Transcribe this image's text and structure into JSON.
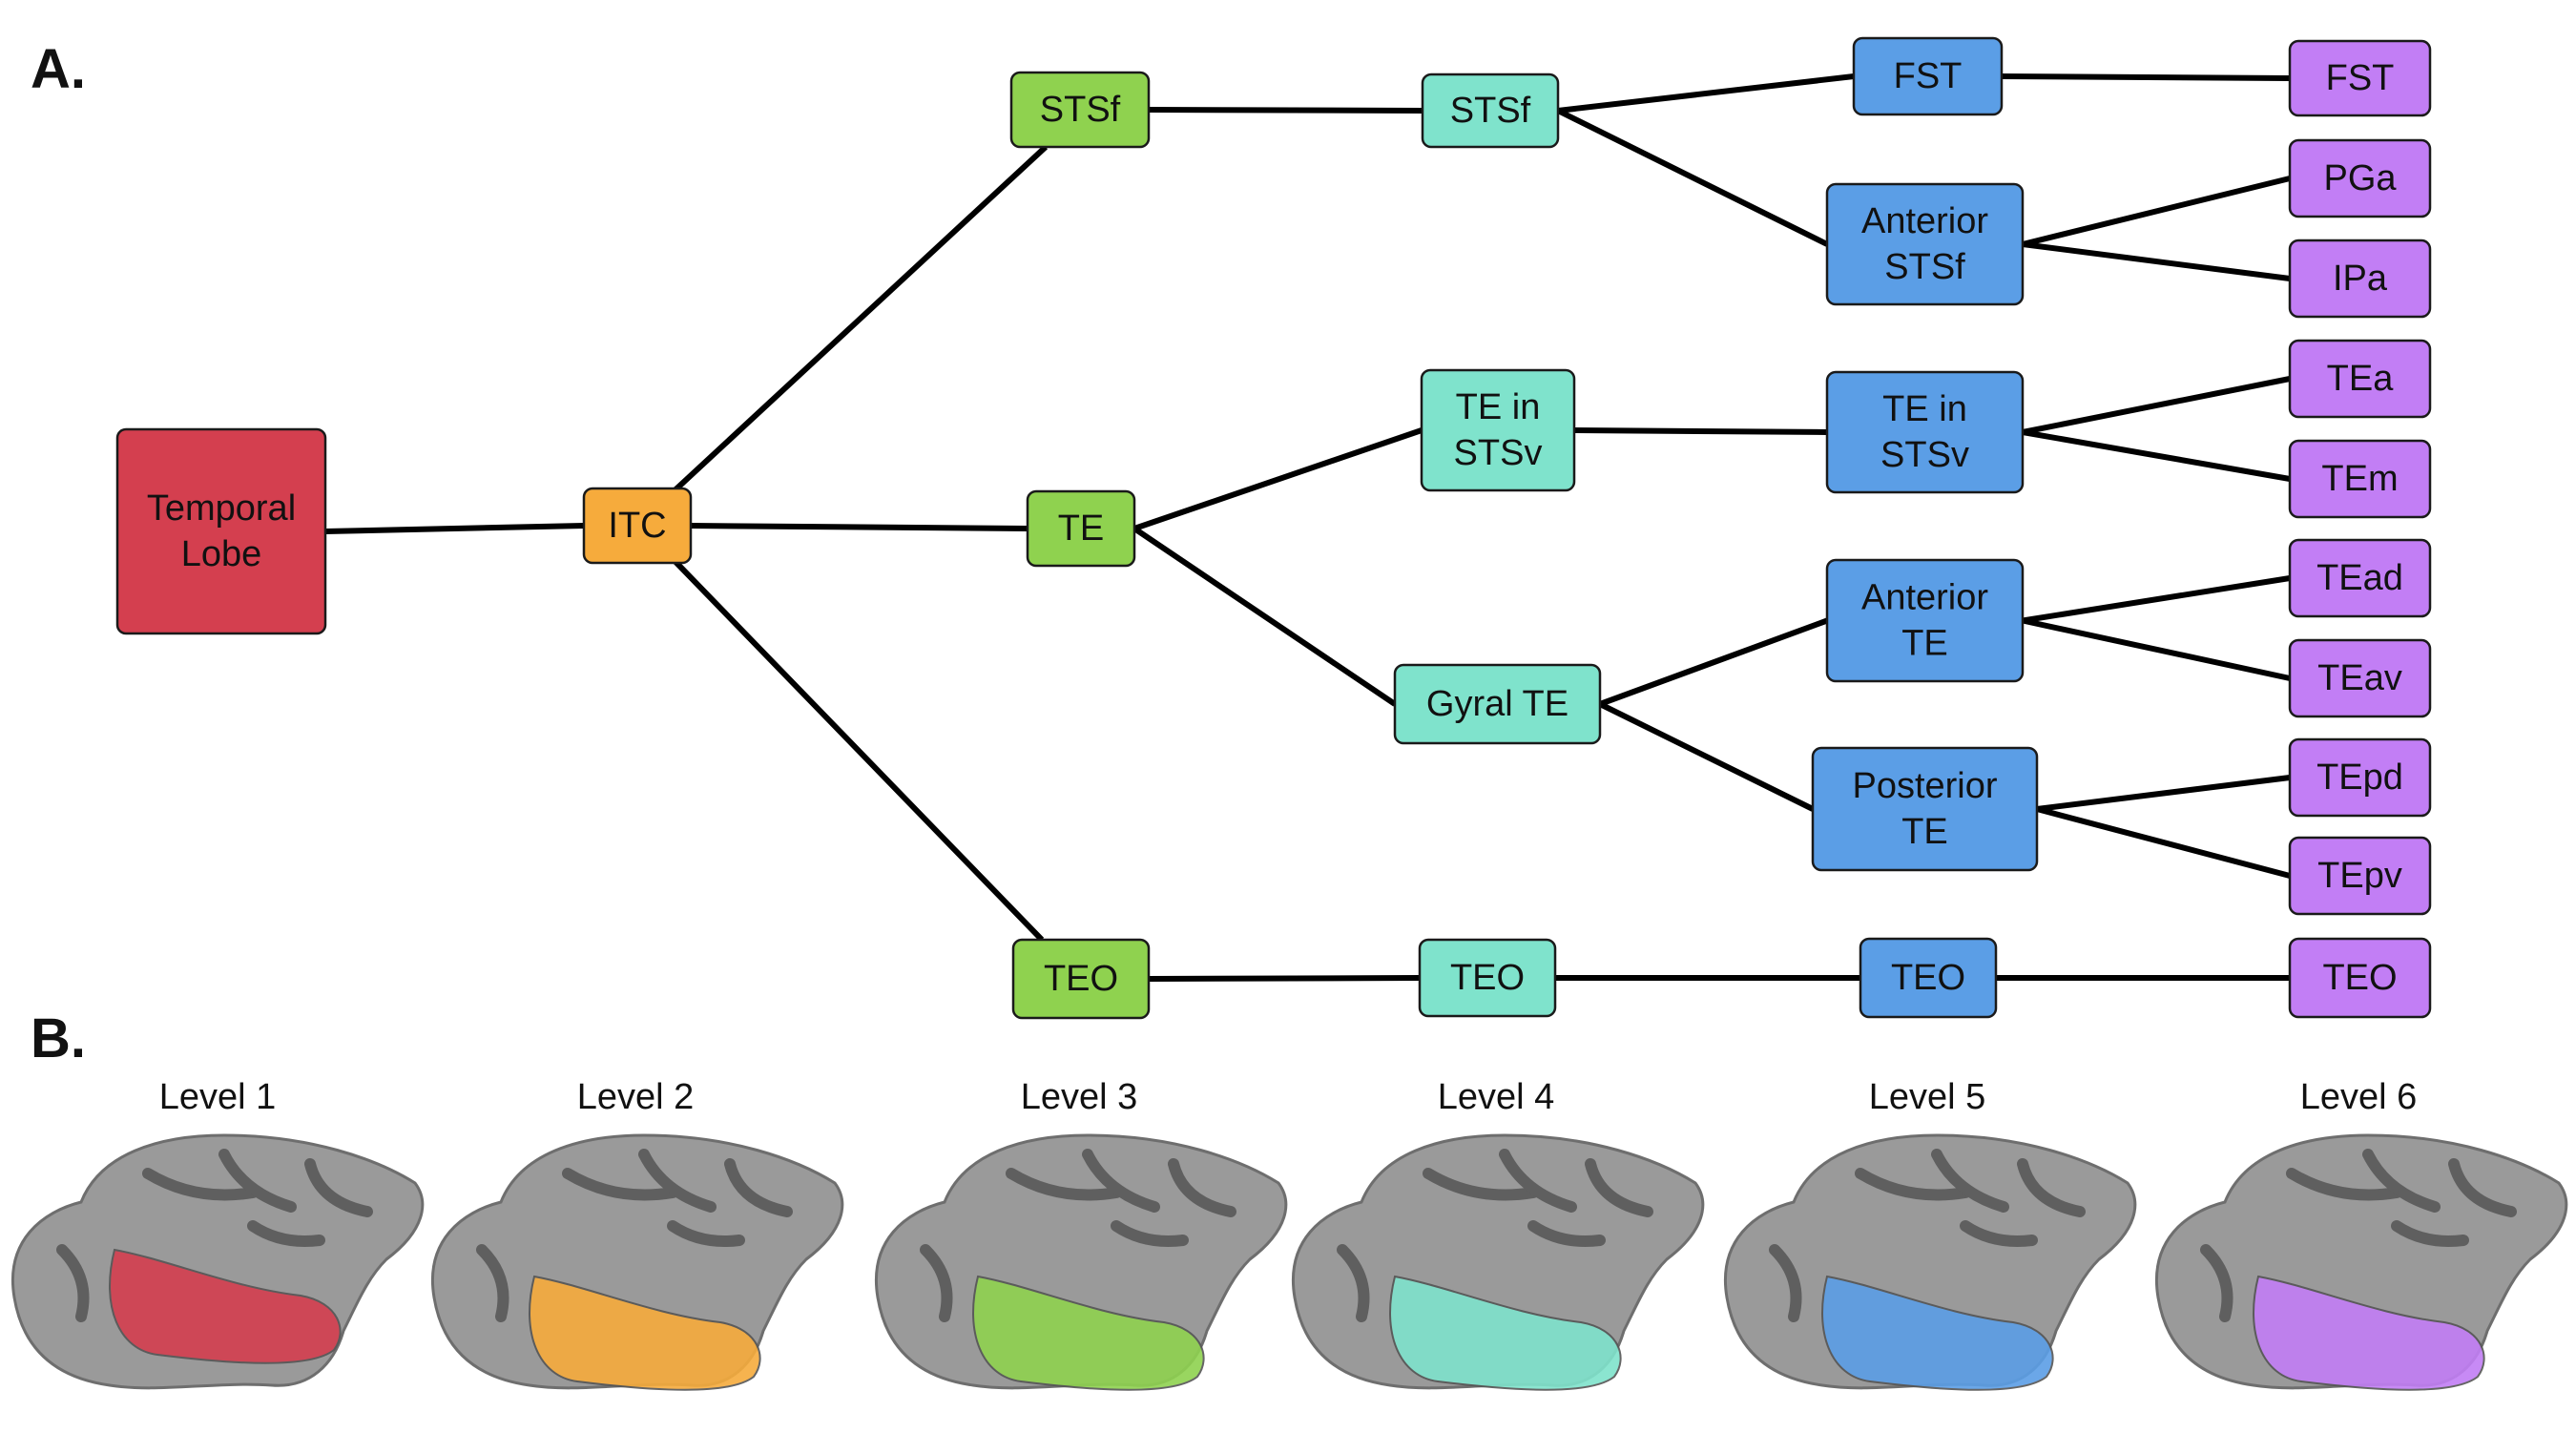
{
  "panels": {
    "a": "A.",
    "b": "B."
  },
  "colors": {
    "level1": "#d43f4f",
    "level2": "#f6ab3c",
    "level3": "#8fd24f",
    "level4": "#7fe3cc",
    "level5": "#5b9ee6",
    "level6": "#c27ef5"
  },
  "tree": {
    "nodes": [
      {
        "id": "temporal-lobe",
        "level": 1,
        "lines": [
          "Temporal",
          "Lobe"
        ]
      },
      {
        "id": "itc",
        "level": 2,
        "lines": [
          "ITC"
        ]
      },
      {
        "id": "stsf-l3",
        "level": 3,
        "lines": [
          "STSf"
        ]
      },
      {
        "id": "te-l3",
        "level": 3,
        "lines": [
          "TE"
        ]
      },
      {
        "id": "teo-l3",
        "level": 3,
        "lines": [
          "TEO"
        ]
      },
      {
        "id": "stsf-l4",
        "level": 4,
        "lines": [
          "STSf"
        ]
      },
      {
        "id": "te-in-stsv-l4",
        "level": 4,
        "lines": [
          "TE in",
          "STSv"
        ]
      },
      {
        "id": "gyral-te-l4",
        "level": 4,
        "lines": [
          "Gyral TE"
        ]
      },
      {
        "id": "teo-l4",
        "level": 4,
        "lines": [
          "TEO"
        ]
      },
      {
        "id": "fst-l5",
        "level": 5,
        "lines": [
          "FST"
        ]
      },
      {
        "id": "anterior-stsf-l5",
        "level": 5,
        "lines": [
          "Anterior",
          "STSf"
        ]
      },
      {
        "id": "te-in-stsv-l5",
        "level": 5,
        "lines": [
          "TE in",
          "STSv"
        ]
      },
      {
        "id": "anterior-te-l5",
        "level": 5,
        "lines": [
          "Anterior",
          "TE"
        ]
      },
      {
        "id": "posterior-te-l5",
        "level": 5,
        "lines": [
          "Posterior",
          "TE"
        ]
      },
      {
        "id": "teo-l5",
        "level": 5,
        "lines": [
          "TEO"
        ]
      },
      {
        "id": "fst-l6",
        "level": 6,
        "lines": [
          "FST"
        ]
      },
      {
        "id": "pga-l6",
        "level": 6,
        "lines": [
          "PGa"
        ]
      },
      {
        "id": "ipa-l6",
        "level": 6,
        "lines": [
          "IPa"
        ]
      },
      {
        "id": "tea-l6",
        "level": 6,
        "lines": [
          "TEa"
        ]
      },
      {
        "id": "tem-l6",
        "level": 6,
        "lines": [
          "TEm"
        ]
      },
      {
        "id": "tead-l6",
        "level": 6,
        "lines": [
          "TEad"
        ]
      },
      {
        "id": "teav-l6",
        "level": 6,
        "lines": [
          "TEav"
        ]
      },
      {
        "id": "tepd-l6",
        "level": 6,
        "lines": [
          "TEpd"
        ]
      },
      {
        "id": "tepv-l6",
        "level": 6,
        "lines": [
          "TEpv"
        ]
      },
      {
        "id": "teo-l6",
        "level": 6,
        "lines": [
          "TEO"
        ]
      }
    ],
    "edges": [
      [
        "temporal-lobe",
        "itc"
      ],
      [
        "itc",
        "stsf-l3"
      ],
      [
        "itc",
        "te-l3"
      ],
      [
        "itc",
        "teo-l3"
      ],
      [
        "stsf-l3",
        "stsf-l4"
      ],
      [
        "te-l3",
        "te-in-stsv-l4"
      ],
      [
        "te-l3",
        "gyral-te-l4"
      ],
      [
        "teo-l3",
        "teo-l4"
      ],
      [
        "stsf-l4",
        "fst-l5"
      ],
      [
        "stsf-l4",
        "anterior-stsf-l5"
      ],
      [
        "te-in-stsv-l4",
        "te-in-stsv-l5"
      ],
      [
        "gyral-te-l4",
        "anterior-te-l5"
      ],
      [
        "gyral-te-l4",
        "posterior-te-l5"
      ],
      [
        "teo-l4",
        "teo-l5"
      ],
      [
        "fst-l5",
        "fst-l6"
      ],
      [
        "anterior-stsf-l5",
        "pga-l6"
      ],
      [
        "anterior-stsf-l5",
        "ipa-l6"
      ],
      [
        "te-in-stsv-l5",
        "tea-l6"
      ],
      [
        "te-in-stsv-l5",
        "tem-l6"
      ],
      [
        "anterior-te-l5",
        "tead-l6"
      ],
      [
        "anterior-te-l5",
        "teav-l6"
      ],
      [
        "posterior-te-l5",
        "tepd-l6"
      ],
      [
        "posterior-te-l5",
        "tepv-l6"
      ],
      [
        "teo-l5",
        "teo-l6"
      ]
    ]
  },
  "levels": [
    {
      "label": "Level 1",
      "level": 1
    },
    {
      "label": "Level 2",
      "level": 2
    },
    {
      "label": "Level 3",
      "level": 3
    },
    {
      "label": "Level 4",
      "level": 4
    },
    {
      "label": "Level 5",
      "level": 5
    },
    {
      "label": "Level 6",
      "level": 6
    }
  ]
}
